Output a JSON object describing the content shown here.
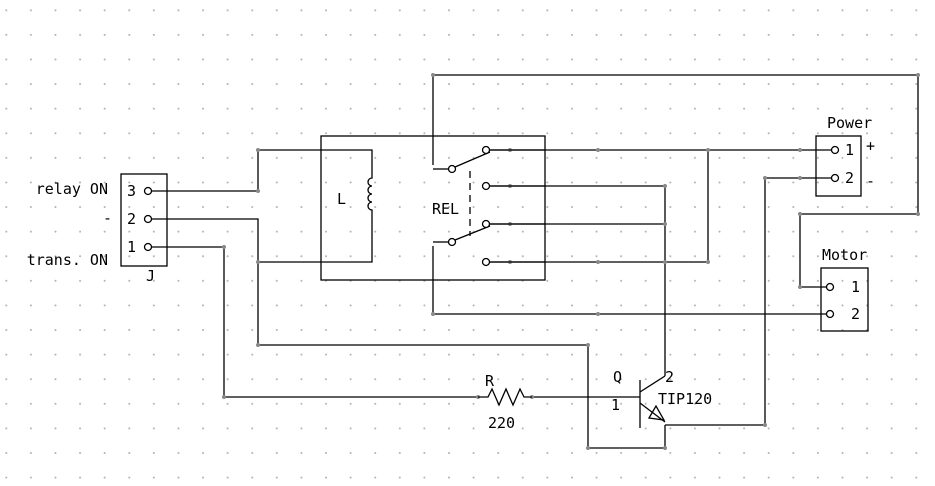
{
  "connector_j": {
    "ref": "J",
    "pins": [
      "3",
      "2",
      "1"
    ],
    "signals": [
      "relay ON",
      "-",
      "trans. ON"
    ]
  },
  "relay": {
    "coil_label": "L",
    "switch_label": "REL"
  },
  "power": {
    "label": "Power",
    "pins": [
      "1",
      "2"
    ],
    "polarity": [
      "+",
      "-"
    ]
  },
  "motor": {
    "label": "Motor",
    "pins": [
      "1",
      "2"
    ]
  },
  "resistor": {
    "ref": "R",
    "value": "220"
  },
  "transistor": {
    "ref": "Q",
    "part": "TIP120",
    "pin_base": "1",
    "pin_collector": "2"
  }
}
